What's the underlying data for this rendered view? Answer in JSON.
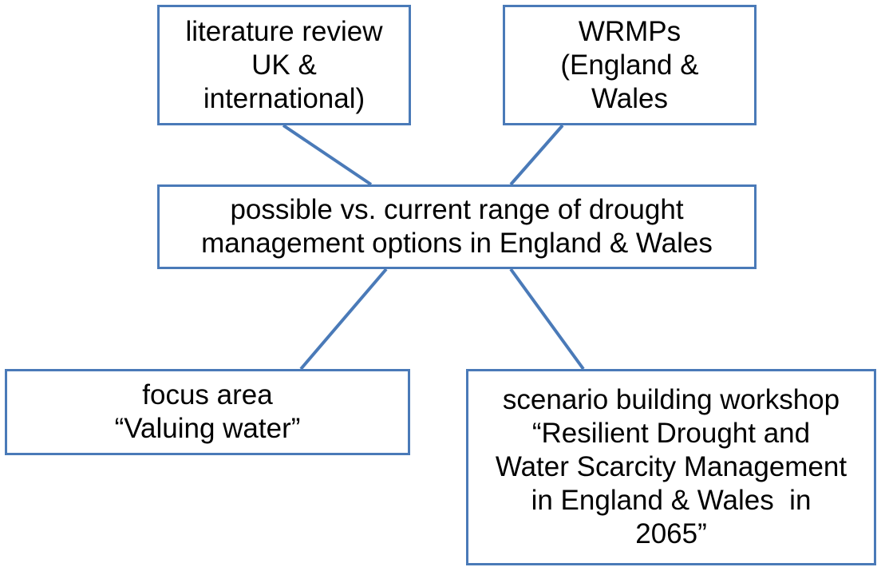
{
  "nodes": {
    "literature_review": [
      "literature review",
      "UK &",
      "international)"
    ],
    "wrmps": [
      "WRMPs",
      "(England &",
      "Wales"
    ],
    "central_topic": [
      "possible vs. current range of drought",
      "management options in England & Wales"
    ],
    "focus_area": [
      "focus area",
      "“Valuing water”"
    ],
    "scenario_workshop": [
      "scenario building workshop",
      "“Resilient Drought and",
      "Water Scarcity Management",
      "in England & Wales  in",
      "2065”"
    ]
  },
  "colors": {
    "border": "#4a7ab8",
    "connector": "#4a7ab8",
    "text": "#000000",
    "background": "#ffffff"
  }
}
